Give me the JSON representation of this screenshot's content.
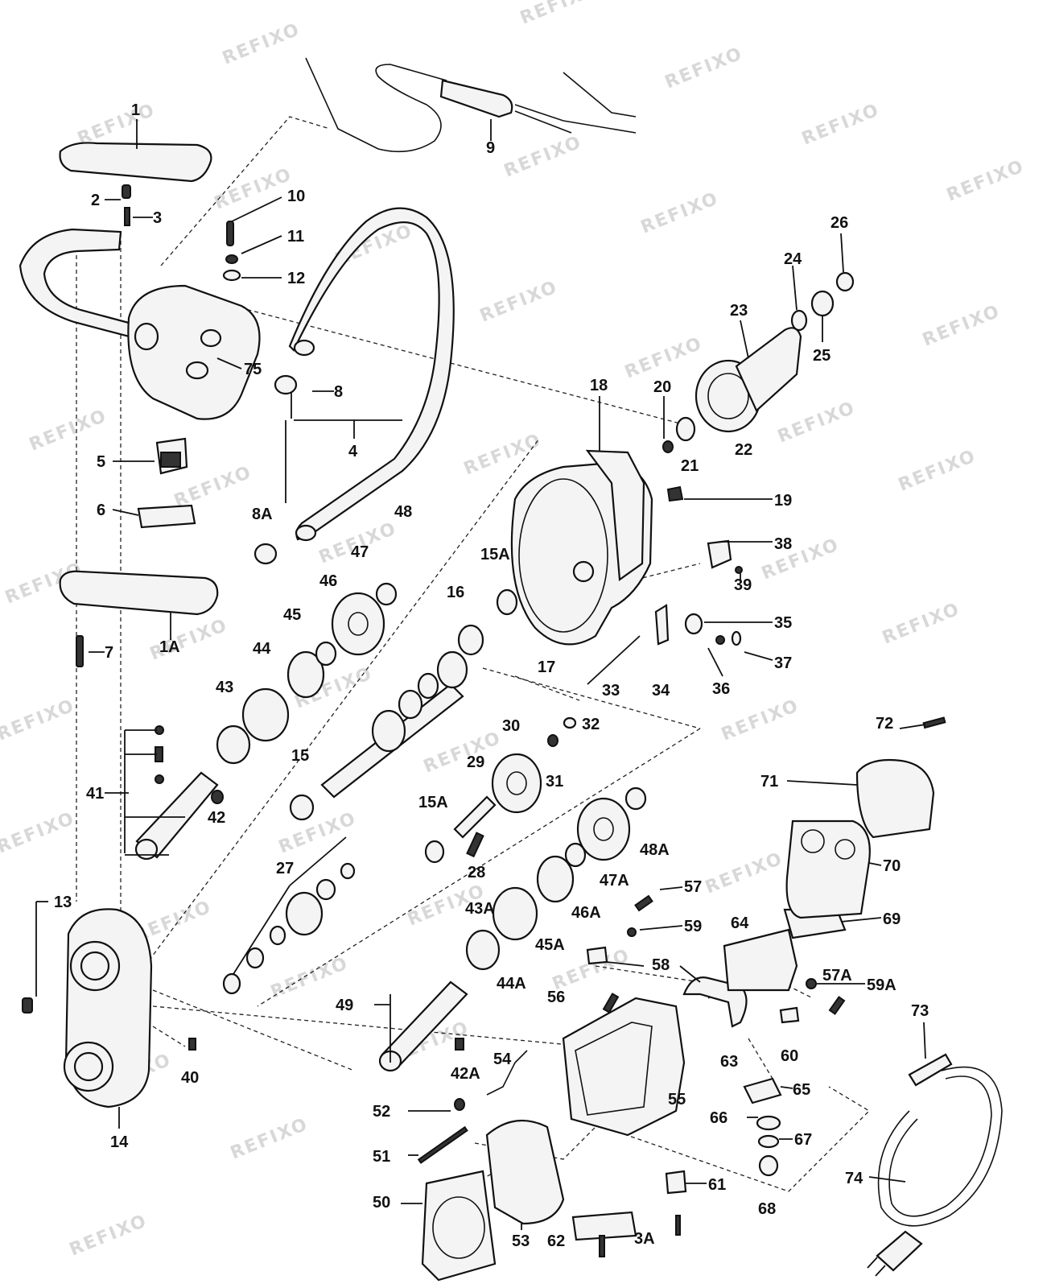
{
  "watermark": "REFIXO",
  "parts": [
    {
      "id": "p1",
      "label": "1"
    },
    {
      "id": "p1a",
      "label": "1A"
    },
    {
      "id": "p2",
      "label": "2"
    },
    {
      "id": "p3",
      "label": "3"
    },
    {
      "id": "p3a",
      "label": "3A"
    },
    {
      "id": "p4",
      "label": "4"
    },
    {
      "id": "p5",
      "label": "5"
    },
    {
      "id": "p6",
      "label": "6"
    },
    {
      "id": "p7",
      "label": "7"
    },
    {
      "id": "p8",
      "label": "8"
    },
    {
      "id": "p8a",
      "label": "8A"
    },
    {
      "id": "p9",
      "label": "9"
    },
    {
      "id": "p10",
      "label": "10"
    },
    {
      "id": "p11",
      "label": "11"
    },
    {
      "id": "p12",
      "label": "12"
    },
    {
      "id": "p13",
      "label": "13"
    },
    {
      "id": "p14",
      "label": "14"
    },
    {
      "id": "p15",
      "label": "15"
    },
    {
      "id": "p15a",
      "label": "15A"
    },
    {
      "id": "p15a2",
      "label": "15A"
    },
    {
      "id": "p16",
      "label": "16"
    },
    {
      "id": "p17",
      "label": "17"
    },
    {
      "id": "p18",
      "label": "18"
    },
    {
      "id": "p19",
      "label": "19"
    },
    {
      "id": "p20",
      "label": "20"
    },
    {
      "id": "p21",
      "label": "21"
    },
    {
      "id": "p22",
      "label": "22"
    },
    {
      "id": "p23",
      "label": "23"
    },
    {
      "id": "p24",
      "label": "24"
    },
    {
      "id": "p25",
      "label": "25"
    },
    {
      "id": "p26",
      "label": "26"
    },
    {
      "id": "p27",
      "label": "27"
    },
    {
      "id": "p28",
      "label": "28"
    },
    {
      "id": "p29",
      "label": "29"
    },
    {
      "id": "p30",
      "label": "30"
    },
    {
      "id": "p31",
      "label": "31"
    },
    {
      "id": "p32",
      "label": "32"
    },
    {
      "id": "p33",
      "label": "33"
    },
    {
      "id": "p34",
      "label": "34"
    },
    {
      "id": "p35",
      "label": "35"
    },
    {
      "id": "p36",
      "label": "36"
    },
    {
      "id": "p37",
      "label": "37"
    },
    {
      "id": "p38",
      "label": "38"
    },
    {
      "id": "p39",
      "label": "39"
    },
    {
      "id": "p40",
      "label": "40"
    },
    {
      "id": "p41",
      "label": "41"
    },
    {
      "id": "p42",
      "label": "42"
    },
    {
      "id": "p42a",
      "label": "42A"
    },
    {
      "id": "p43",
      "label": "43"
    },
    {
      "id": "p43a",
      "label": "43A"
    },
    {
      "id": "p44",
      "label": "44"
    },
    {
      "id": "p44a",
      "label": "44A"
    },
    {
      "id": "p45",
      "label": "45"
    },
    {
      "id": "p45a",
      "label": "45A"
    },
    {
      "id": "p46",
      "label": "46"
    },
    {
      "id": "p46a",
      "label": "46A"
    },
    {
      "id": "p47",
      "label": "47"
    },
    {
      "id": "p47a",
      "label": "47A"
    },
    {
      "id": "p48",
      "label": "48"
    },
    {
      "id": "p48a",
      "label": "48A"
    },
    {
      "id": "p49",
      "label": "49"
    },
    {
      "id": "p50",
      "label": "50"
    },
    {
      "id": "p51",
      "label": "51"
    },
    {
      "id": "p52",
      "label": "52"
    },
    {
      "id": "p53",
      "label": "53"
    },
    {
      "id": "p54",
      "label": "54"
    },
    {
      "id": "p55",
      "label": "55"
    },
    {
      "id": "p56",
      "label": "56"
    },
    {
      "id": "p57",
      "label": "57"
    },
    {
      "id": "p57a",
      "label": "57A"
    },
    {
      "id": "p58",
      "label": "58"
    },
    {
      "id": "p59",
      "label": "59"
    },
    {
      "id": "p59a",
      "label": "59A"
    },
    {
      "id": "p60",
      "label": "60"
    },
    {
      "id": "p61",
      "label": "61"
    },
    {
      "id": "p62",
      "label": "62"
    },
    {
      "id": "p63",
      "label": "63"
    },
    {
      "id": "p64",
      "label": "64"
    },
    {
      "id": "p65",
      "label": "65"
    },
    {
      "id": "p66",
      "label": "66"
    },
    {
      "id": "p67",
      "label": "67"
    },
    {
      "id": "p68",
      "label": "68"
    },
    {
      "id": "p69",
      "label": "69"
    },
    {
      "id": "p70",
      "label": "70"
    },
    {
      "id": "p71",
      "label": "71"
    },
    {
      "id": "p72",
      "label": "72"
    },
    {
      "id": "p73",
      "label": "73"
    },
    {
      "id": "p74",
      "label": "74"
    },
    {
      "id": "p75",
      "label": "75"
    }
  ]
}
